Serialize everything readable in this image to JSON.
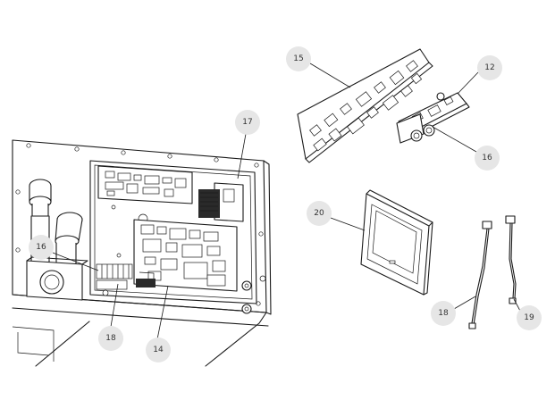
{
  "callouts": [
    {
      "id": "callout-15",
      "label": "15"
    },
    {
      "id": "callout-12",
      "label": "12"
    },
    {
      "id": "callout-16-right",
      "label": "16"
    },
    {
      "id": "callout-17",
      "label": "17"
    },
    {
      "id": "callout-20",
      "label": "20"
    },
    {
      "id": "callout-16-left",
      "label": "16"
    },
    {
      "id": "callout-18-left",
      "label": "18"
    },
    {
      "id": "callout-14",
      "label": "14"
    },
    {
      "id": "callout-18-right",
      "label": "18"
    },
    {
      "id": "callout-19",
      "label": "19"
    }
  ]
}
